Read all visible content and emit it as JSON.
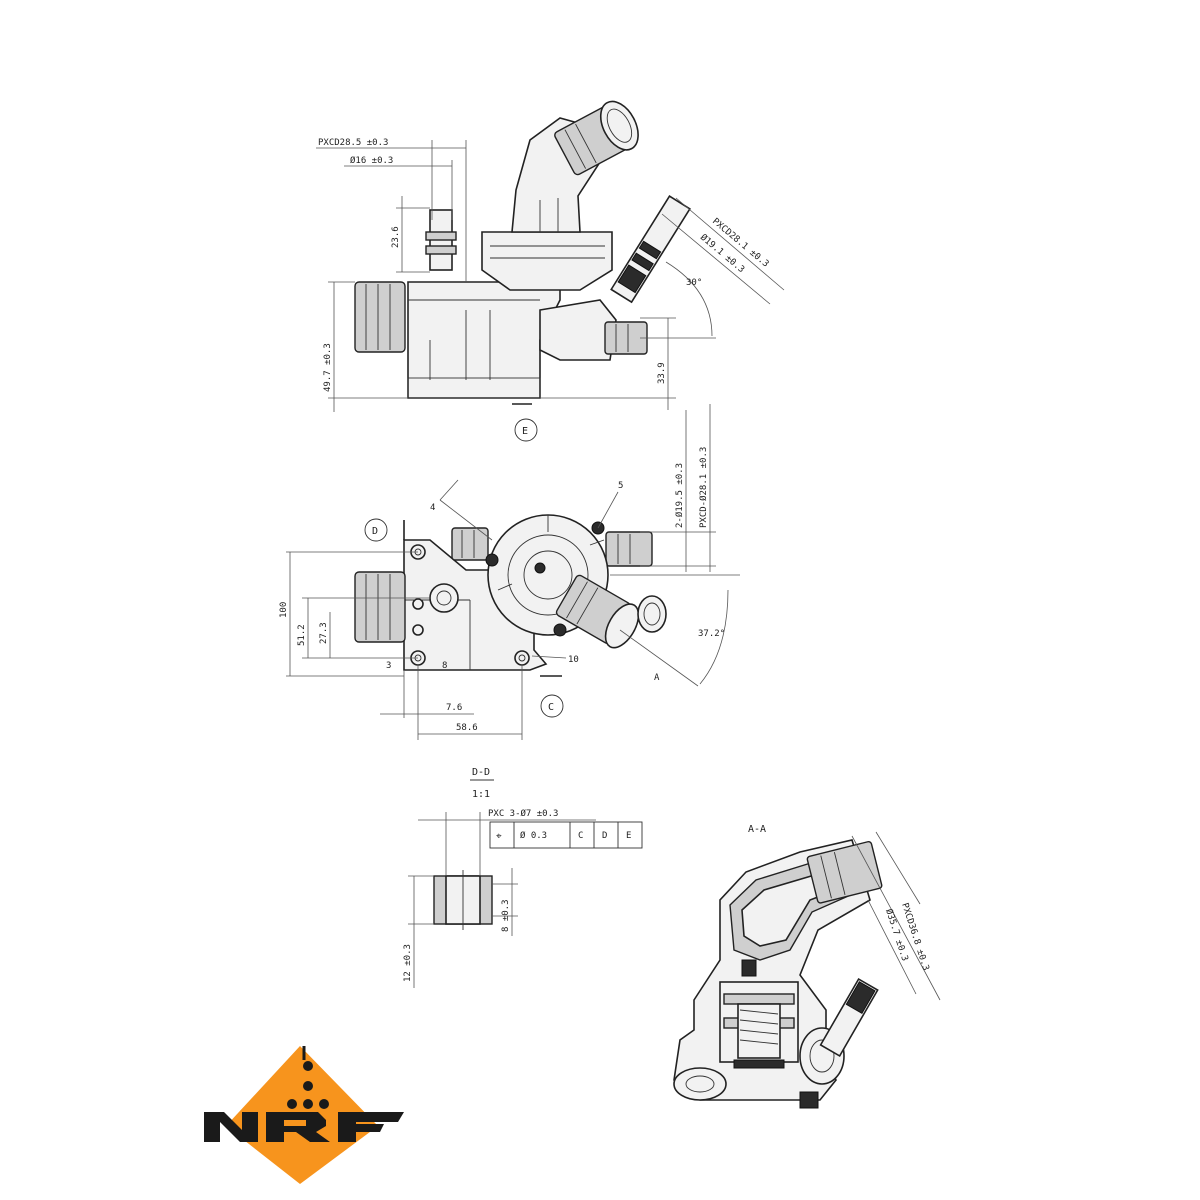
{
  "brand": {
    "name": "NRF",
    "accent_color": "#f7941d",
    "ink_color": "#1a1a1a"
  },
  "view_top": {
    "dim_pcd_top": "PXCD28.5 ±0.3",
    "dim_dia16": "Ø16 ±0.3",
    "dim_23_6": "23.6",
    "dim_49_7": "49.7 ±0.3",
    "dim_pcd_right": "PXCD28.1 ±0.3",
    "dim_dia19_right": "Ø19.1 ±0.3",
    "dim_angle_30": "30°",
    "dim_33_9": "33.9",
    "datum_e": "E"
  },
  "view_front": {
    "dim_dia19_vert": "2-Ø19.5 ±0.3",
    "dim_pcd_vert": "PXCD-Ø28.1 ±0.3",
    "label_4": "4",
    "label_5": "5",
    "datum_d": "D",
    "dim_100": "100",
    "dim_51_2": "51.2",
    "dim_27_3": "27.3",
    "dim_3": "3",
    "dim_8": "8",
    "dim_10": "10",
    "dim_37_2": "37.2°",
    "label_a": "A",
    "datum_c": "C",
    "dim_7_6": "7.6",
    "dim_58_6": "58.6"
  },
  "section_dd": {
    "title": "D-D",
    "scale": "1:1",
    "dim_pcd": "PXC 3-Ø7 ±0.3",
    "tol_symbol": "⌖",
    "tol_value": "Ø 0.3",
    "tol_ref_c": "C",
    "tol_ref_d": "D",
    "tol_ref_e": "E",
    "dim_12": "12 ±0.3",
    "dim_8": "8 ±0.3"
  },
  "section_aa": {
    "title": "A-A",
    "dim_pcd": "PXCD36.8 ±0.3",
    "dim_dia": "Ø35.7 ±0.3"
  }
}
